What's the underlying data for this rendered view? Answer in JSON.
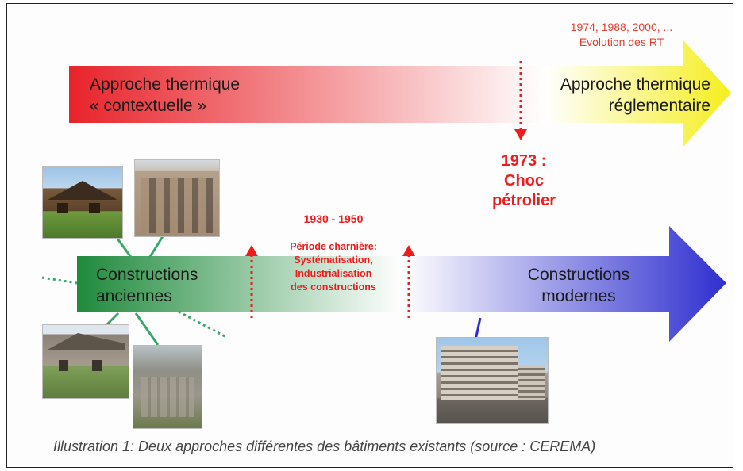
{
  "top_arrow": {
    "left_label": [
      "Approche thermique",
      "« contextuelle »"
    ],
    "right_label": [
      "Approche thermique",
      "réglementaire"
    ],
    "years_note": [
      "1974, 1988, 2000, ...",
      "Evolution des RT"
    ],
    "colors": {
      "start": "#e8232a",
      "mid": "#ffffff",
      "end": "#f5ee1d"
    }
  },
  "oil_shock": {
    "line1": "1973 :",
    "line2": "Choc",
    "line3": "pétrolier"
  },
  "bottom_arrow": {
    "left_label": [
      "Constructions",
      "anciennes"
    ],
    "right_label": [
      "Constructions",
      "modernes"
    ],
    "colors": {
      "start": "#1f8a3c",
      "mid": "#ffffff",
      "end": "#2f2fcf"
    }
  },
  "transition": {
    "years": "1930 - 1950",
    "lines": [
      "Période charnière:",
      "Systématisation,",
      "Industrialisation",
      "des constructions"
    ]
  },
  "caption": "Illustration 1: Deux approches différentes des bâtiments existants (source : CEREMA)"
}
